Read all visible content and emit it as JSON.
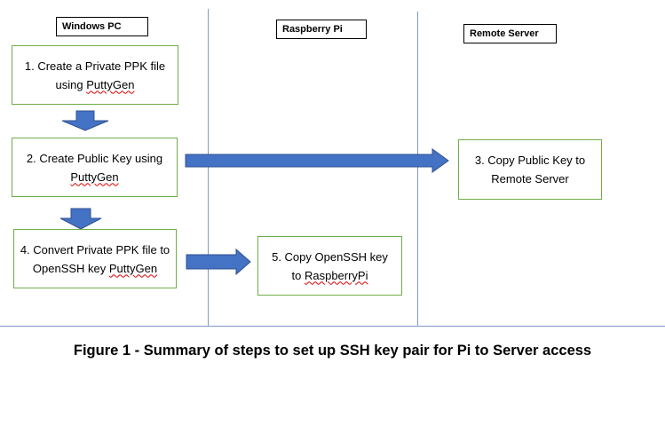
{
  "lanes": {
    "windows": "Windows PC",
    "raspberry": "Raspberry Pi",
    "server": "Remote Server"
  },
  "steps": {
    "s1": {
      "text": "1.   Create a Private PPK file using ",
      "link": "PuttyGen"
    },
    "s2": {
      "text": "2. Create Public  Key using ",
      "link": "PuttyGen"
    },
    "s3": {
      "text": "3. Copy Public Key to Remote Server"
    },
    "s4": {
      "text": "4. Convert Private PPK file to OpenSSH key ",
      "link": "PuttyGen"
    },
    "s5": {
      "text": "5. Copy OpenSSH key to ",
      "link": "RaspberryPi"
    }
  },
  "caption": "Figure 1 - Summary of steps to set up SSH key pair for Pi to Server access",
  "colors": {
    "arrow_fill": "#4472c4",
    "arrow_stroke": "#2f528f",
    "box_border": "#70ad47",
    "lane_line": "#7f9bc4"
  }
}
